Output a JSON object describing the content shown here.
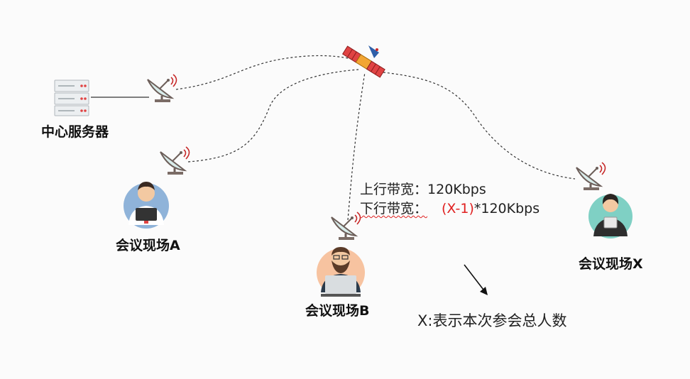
{
  "nodes": {
    "server": {
      "label": "中心服务器"
    },
    "site_a": {
      "label": "会议现场A"
    },
    "site_b": {
      "label": "会议现场B"
    },
    "site_x": {
      "label": "会议现场X"
    }
  },
  "bandwidth": {
    "up_prefix": "上行带宽：",
    "up_value": "120Kbps",
    "down_prefix": "下行带宽：",
    "down_factor": "(X-1)",
    "down_value": "*120Kbps"
  },
  "note": "X:表示本次参会总人数",
  "colors": {
    "factor": "#e02020",
    "link": "#333333"
  }
}
